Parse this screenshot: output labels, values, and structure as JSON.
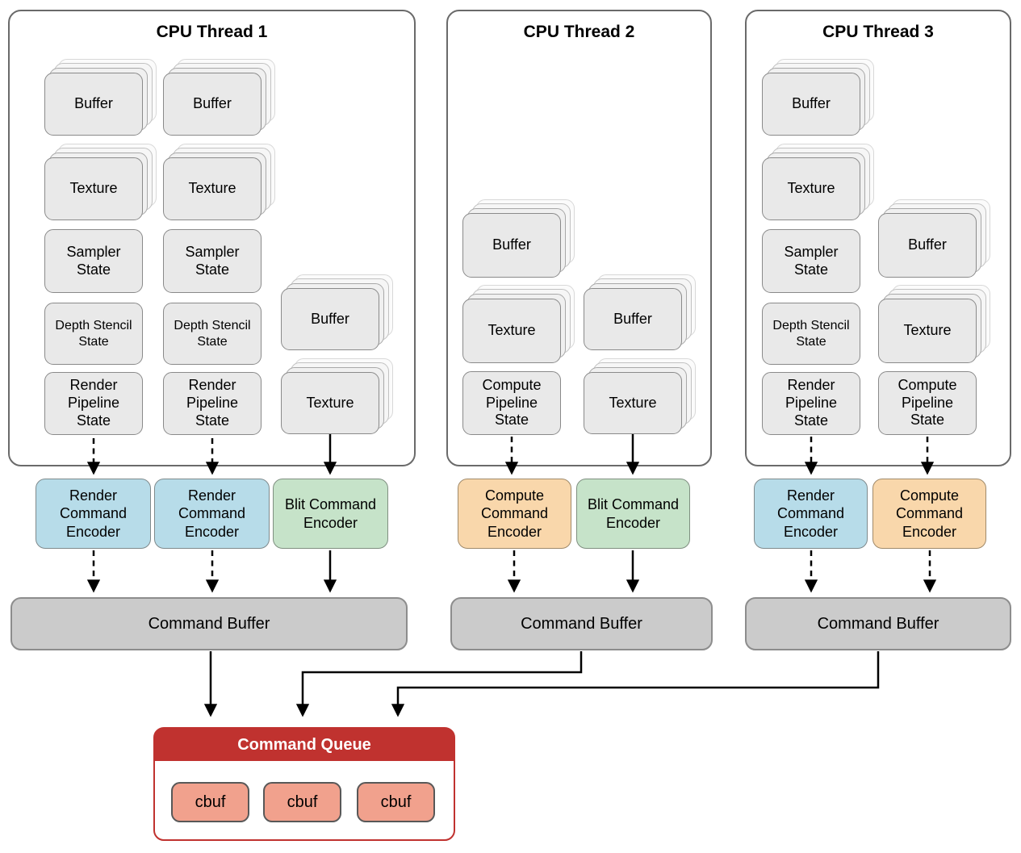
{
  "threads": [
    {
      "title": "CPU Thread 1",
      "columns": [
        {
          "boxes": [
            {
              "label": "Buffer"
            },
            {
              "label": "Texture"
            },
            {
              "label": "Sampler State"
            },
            {
              "label": "Depth Stencil State"
            },
            {
              "label": "Render Pipeline State"
            }
          ]
        },
        {
          "boxes": [
            {
              "label": "Buffer"
            },
            {
              "label": "Texture"
            },
            {
              "label": "Sampler State"
            },
            {
              "label": "Depth Stencil State"
            },
            {
              "label": "Render Pipeline State"
            }
          ]
        },
        {
          "boxes": [
            {
              "label": "Buffer"
            },
            {
              "label": "Texture"
            }
          ]
        }
      ],
      "encoders": [
        {
          "label": "Render Command Encoder",
          "type": "render"
        },
        {
          "label": "Render Command Encoder",
          "type": "render"
        },
        {
          "label": "Blit Command Encoder",
          "type": "blit"
        }
      ]
    },
    {
      "title": "CPU Thread 2",
      "columns": [
        {
          "boxes": [
            {
              "label": "Buffer"
            },
            {
              "label": "Texture"
            },
            {
              "label": "Compute Pipeline State"
            }
          ]
        },
        {
          "boxes": [
            {
              "label": "Buffer"
            },
            {
              "label": "Texture"
            }
          ]
        }
      ],
      "encoders": [
        {
          "label": "Compute Command Encoder",
          "type": "compute"
        },
        {
          "label": "Blit Command Encoder",
          "type": "blit"
        }
      ]
    },
    {
      "title": "CPU Thread 3",
      "columns": [
        {
          "boxes": [
            {
              "label": "Buffer"
            },
            {
              "label": "Texture"
            },
            {
              "label": "Sampler State"
            },
            {
              "label": "Depth Stencil State"
            },
            {
              "label": "Render Pipeline State"
            }
          ]
        },
        {
          "boxes": [
            {
              "label": "Buffer"
            },
            {
              "label": "Texture"
            },
            {
              "label": "Compute Pipeline State"
            }
          ]
        }
      ],
      "encoders": [
        {
          "label": "Render Command Encoder",
          "type": "render"
        },
        {
          "label": "Compute Command Encoder",
          "type": "compute"
        }
      ]
    }
  ],
  "command_buffers": [
    {
      "label": "Command Buffer"
    },
    {
      "label": "Command Buffer"
    },
    {
      "label": "Command Buffer"
    }
  ],
  "queue": {
    "title": "Command Queue",
    "items": [
      "cbuf",
      "cbuf",
      "cbuf"
    ]
  },
  "colors": {
    "render_encoder": "#b7dce9",
    "blit_encoder": "#c6e3c9",
    "compute_encoder": "#f9d7ab",
    "command_buffer": "#cbcbcb",
    "queue_red": "#c0322f",
    "cbuf_fill": "#f1a18d",
    "resource_fill": "#e9e9e9"
  }
}
